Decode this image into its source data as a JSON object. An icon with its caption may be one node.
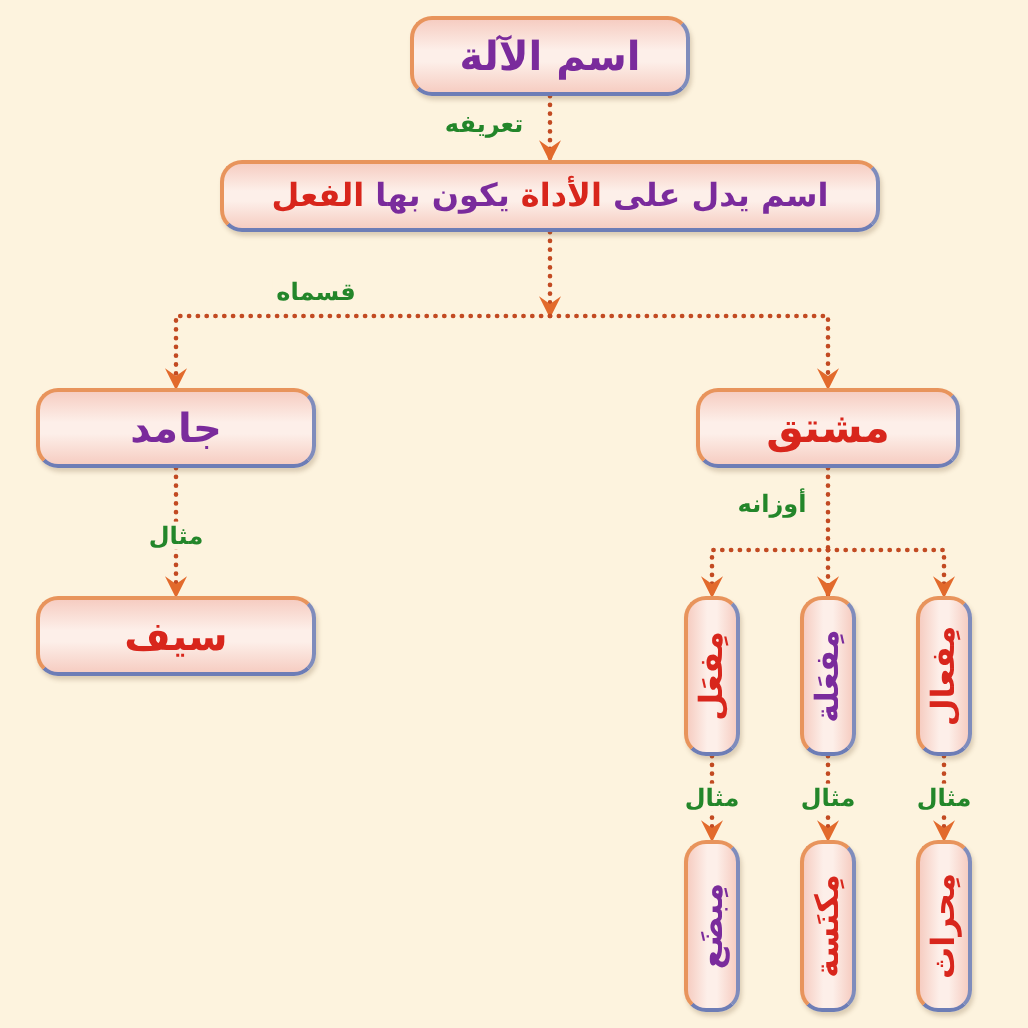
{
  "diagram": {
    "nodes": [
      {
        "text": [
          "اسم الآلة"
        ]
      },
      {
        "text": [
          "اسم يدل على **الأداة** يكون بها **الفعل**"
        ]
      },
      {
        "text": [
          "مشتق"
        ]
      },
      {
        "text": [
          "جامد"
        ]
      },
      {
        "text": [
          "مِفعال"
        ]
      },
      {
        "text": [
          "مِفعَلة"
        ]
      },
      {
        "text": [
          "مِفعَل"
        ]
      },
      {
        "text": [
          "سيف"
        ]
      },
      {
        "text": [
          "مِحراث"
        ]
      },
      {
        "text": [
          "مِكنَسة"
        ]
      },
      {
        "text": [
          "مِبضَع"
        ]
      }
    ],
    "edges": [
      {
        "from": 0,
        "to": 1,
        "arrow": "to",
        "label": "تعريفه"
      },
      {
        "from": 1,
        "to": 2,
        "arrow": "to"
      },
      {
        "from": 1,
        "to": 3,
        "arrow": "to",
        "label": "قسماه"
      },
      {
        "from": 3,
        "to": 7,
        "arrow": "to",
        "label": "مثال"
      },
      {
        "from": 2,
        "to": 4,
        "arrow": "to"
      },
      {
        "from": 2,
        "to": 5,
        "arrow": "to",
        "label": "أوزانه"
      },
      {
        "from": 2,
        "to": 6,
        "arrow": "to"
      },
      {
        "from": 4,
        "to": 8,
        "arrow": "to",
        "label": "مثال"
      },
      {
        "from": 5,
        "to": 9,
        "arrow": "to",
        "label": "مثال"
      },
      {
        "from": 6,
        "to": 10,
        "arrow": "to",
        "label": "مثال"
      }
    ]
  }
}
